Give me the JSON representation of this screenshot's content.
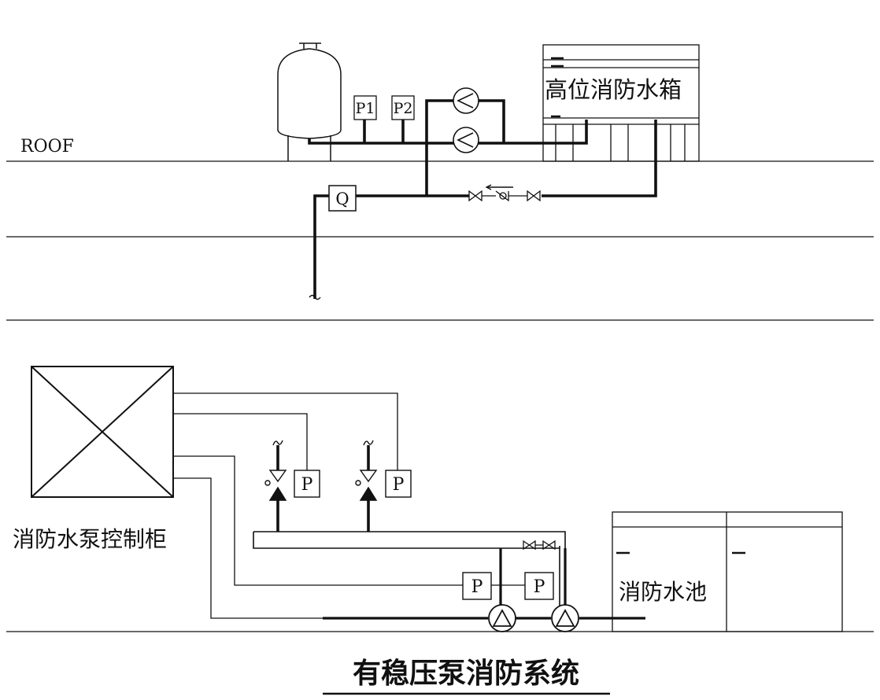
{
  "floor_label": "ROOF",
  "roof_tank_label": "高位消防水箱",
  "pressure_switch_1": "P1",
  "pressure_switch_2": "P2",
  "flow_switch": "Q",
  "pressure_label": "P",
  "control_cabinet_label": "消防水泵控制柜",
  "fire_pool_label": "消防水池",
  "title": "有稳压泵消防系统"
}
